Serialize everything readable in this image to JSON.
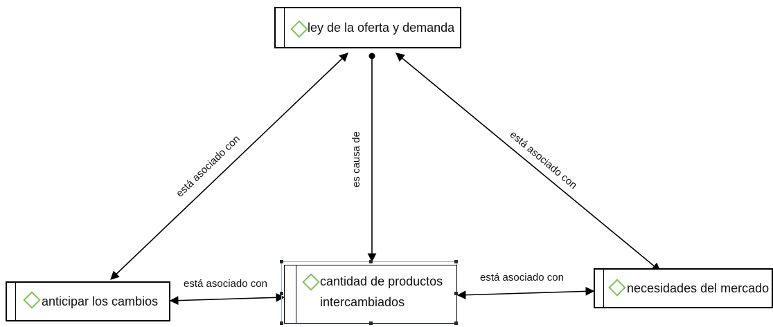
{
  "nodes": {
    "ley": "ley de la oferta y demanda",
    "anticipar": "anticipar los cambios",
    "cantidad_line1": "cantidad de productos",
    "cantidad_line2": "intercambiados",
    "necesidades": "necesidades del mercado"
  },
  "edges": {
    "ley_anticipar": "está asociado con",
    "ley_cantidad": "es causa de",
    "ley_necesidades": "está asociado con",
    "anticipar_cantidad": "está asociado con",
    "cantidad_necesidades": "está asociado con"
  },
  "colors": {
    "node_icon": "#7dc55a",
    "selection": "#9fb3c8"
  },
  "icon": "diamond-icon"
}
